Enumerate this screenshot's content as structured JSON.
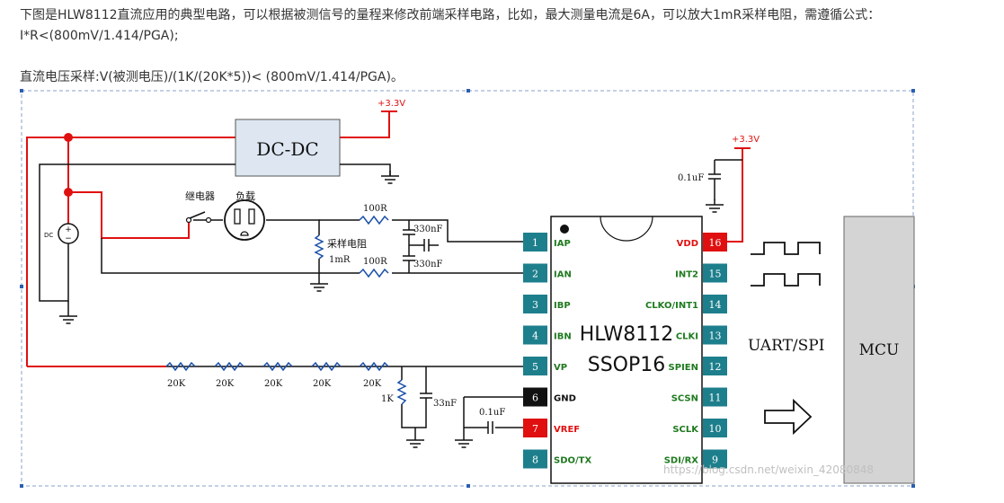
{
  "text": {
    "paragraph1_line1": "下图是HLW8112直流应用的典型电路，可以根据被测信号的量程来修改前端采样电路，比如，最大测量电流是6A，可以放大1mR采样电阻，需遵循公式：",
    "paragraph1_line2": "I*R<(800mV/1.414/PGA);",
    "paragraph2": "直流电压采样:V(被测电压)/(1K/(20K*5))< (800mV/1.414/PGA)。"
  },
  "diagram": {
    "dcdc_label": "DC-DC",
    "supply_top": "+3.3V",
    "supply_vdd": "+3.3V",
    "cap_vdd": "0.1uF",
    "source_label": "DC",
    "source_plus": "+",
    "source_minus": "−",
    "relay_label": "继电器",
    "load_label": "负载",
    "r_iap": "100R",
    "c_iap": "330nF",
    "r_ian": "100R",
    "c_ian": "330nF",
    "shunt_label": "采样电阻",
    "shunt_value": "1mR",
    "divider": [
      "20K",
      "20K",
      "20K",
      "20K",
      "20K"
    ],
    "r_1k": "1K",
    "c_33n": "33nF",
    "c_vref": "0.1uF",
    "chip_line1": "HLW8112",
    "chip_line2": "SSOP16",
    "bus_label": "UART/SPI",
    "mcu_label": "MCU",
    "watermark": "https://blog.csdn.net/weixin_42080848",
    "pins_left": [
      {
        "num": "1",
        "name": "IAP",
        "fill": "#1e7f8c",
        "name_color": "#1f7a1f"
      },
      {
        "num": "2",
        "name": "IAN",
        "fill": "#1e7f8c",
        "name_color": "#1f7a1f"
      },
      {
        "num": "3",
        "name": "IBP",
        "fill": "#1e7f8c",
        "name_color": "#1f7a1f"
      },
      {
        "num": "4",
        "name": "IBN",
        "fill": "#1e7f8c",
        "name_color": "#1f7a1f"
      },
      {
        "num": "5",
        "name": "VP",
        "fill": "#1e7f8c",
        "name_color": "#1f7a1f"
      },
      {
        "num": "6",
        "name": "GND",
        "fill": "#111111",
        "name_color": "#111111"
      },
      {
        "num": "7",
        "name": "VREF",
        "fill": "#e01010",
        "name_color": "#e01010"
      },
      {
        "num": "8",
        "name": "SDO/TX",
        "fill": "#1e7f8c",
        "name_color": "#1f7a1f"
      }
    ],
    "pins_right": [
      {
        "num": "16",
        "name": "VDD",
        "fill": "#e01010",
        "name_color": "#e01010"
      },
      {
        "num": "15",
        "name": "INT2",
        "fill": "#1e7f8c",
        "name_color": "#1f7a1f"
      },
      {
        "num": "14",
        "name": "CLKO/INT1",
        "fill": "#1e7f8c",
        "name_color": "#1f7a1f"
      },
      {
        "num": "13",
        "name": "CLKI",
        "fill": "#1e7f8c",
        "name_color": "#1f7a1f"
      },
      {
        "num": "12",
        "name": "SPIEN",
        "fill": "#1e7f8c",
        "name_color": "#1f7a1f"
      },
      {
        "num": "11",
        "name": "SCSN",
        "fill": "#1e7f8c",
        "name_color": "#1f7a1f"
      },
      {
        "num": "10",
        "name": "SCLK",
        "fill": "#1e7f8c",
        "name_color": "#1f7a1f"
      },
      {
        "num": "9",
        "name": "SDI/RX",
        "fill": "#1e7f8c",
        "name_color": "#1f7a1f"
      }
    ],
    "colors": {
      "wire": "#111111",
      "power": "#e01010",
      "dcdc_fill": "#dde6f1",
      "mcu_fill": "#d4d4d4",
      "pin_teal": "#1e7f8c",
      "pin_label_green": "#1f7a1f",
      "resistor": "#1a4fa8"
    }
  }
}
